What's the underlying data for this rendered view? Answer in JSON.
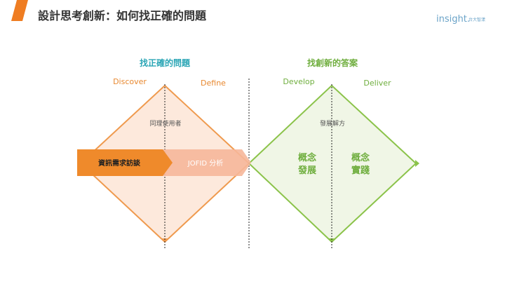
{
  "header": {
    "title": "設計思考創新：如何找正確的問題",
    "logo_main": "insight.",
    "logo_sub": "台大智漾"
  },
  "diagram": {
    "problem_heading": "找正確的問題",
    "solution_heading": "找創新的答案",
    "phases": {
      "discover": "Discover",
      "define": "Define",
      "develop": "Develop",
      "deliver": "Deliver"
    },
    "notes": {
      "empathize_users": "同理使用者",
      "develop_solution": "發展解方"
    },
    "arrows": {
      "needs_interview": "資訊需求訪談",
      "jofid_analysis": "JOFID 分析"
    },
    "concepts": {
      "develop_line1": "概念",
      "develop_line2": "發展",
      "deliver_line1": "概念",
      "deliver_line2": "實踐"
    },
    "colors": {
      "accent_orange": "#e8882f",
      "accent_green": "#8bc34a",
      "problem_teal": "#2aa5b5"
    }
  }
}
